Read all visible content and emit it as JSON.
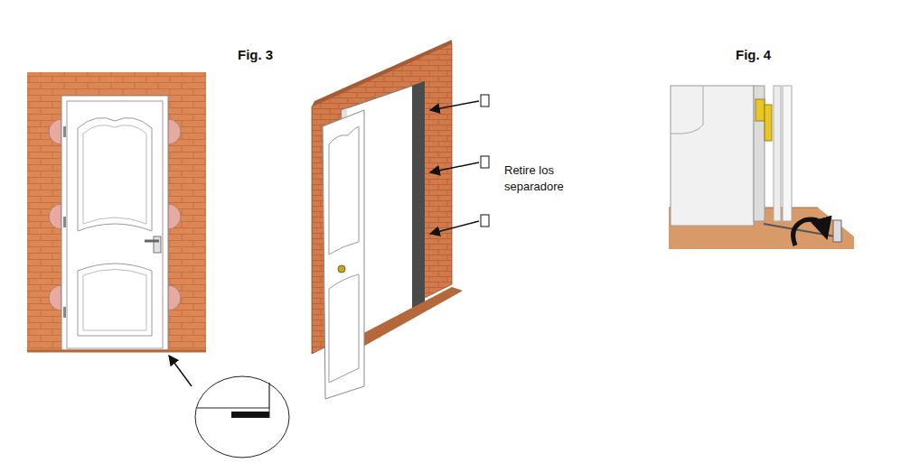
{
  "diagram": {
    "labels": [
      "Fig. 3",
      "Retire los separadore",
      "Fig. 4"
    ]
  }
}
